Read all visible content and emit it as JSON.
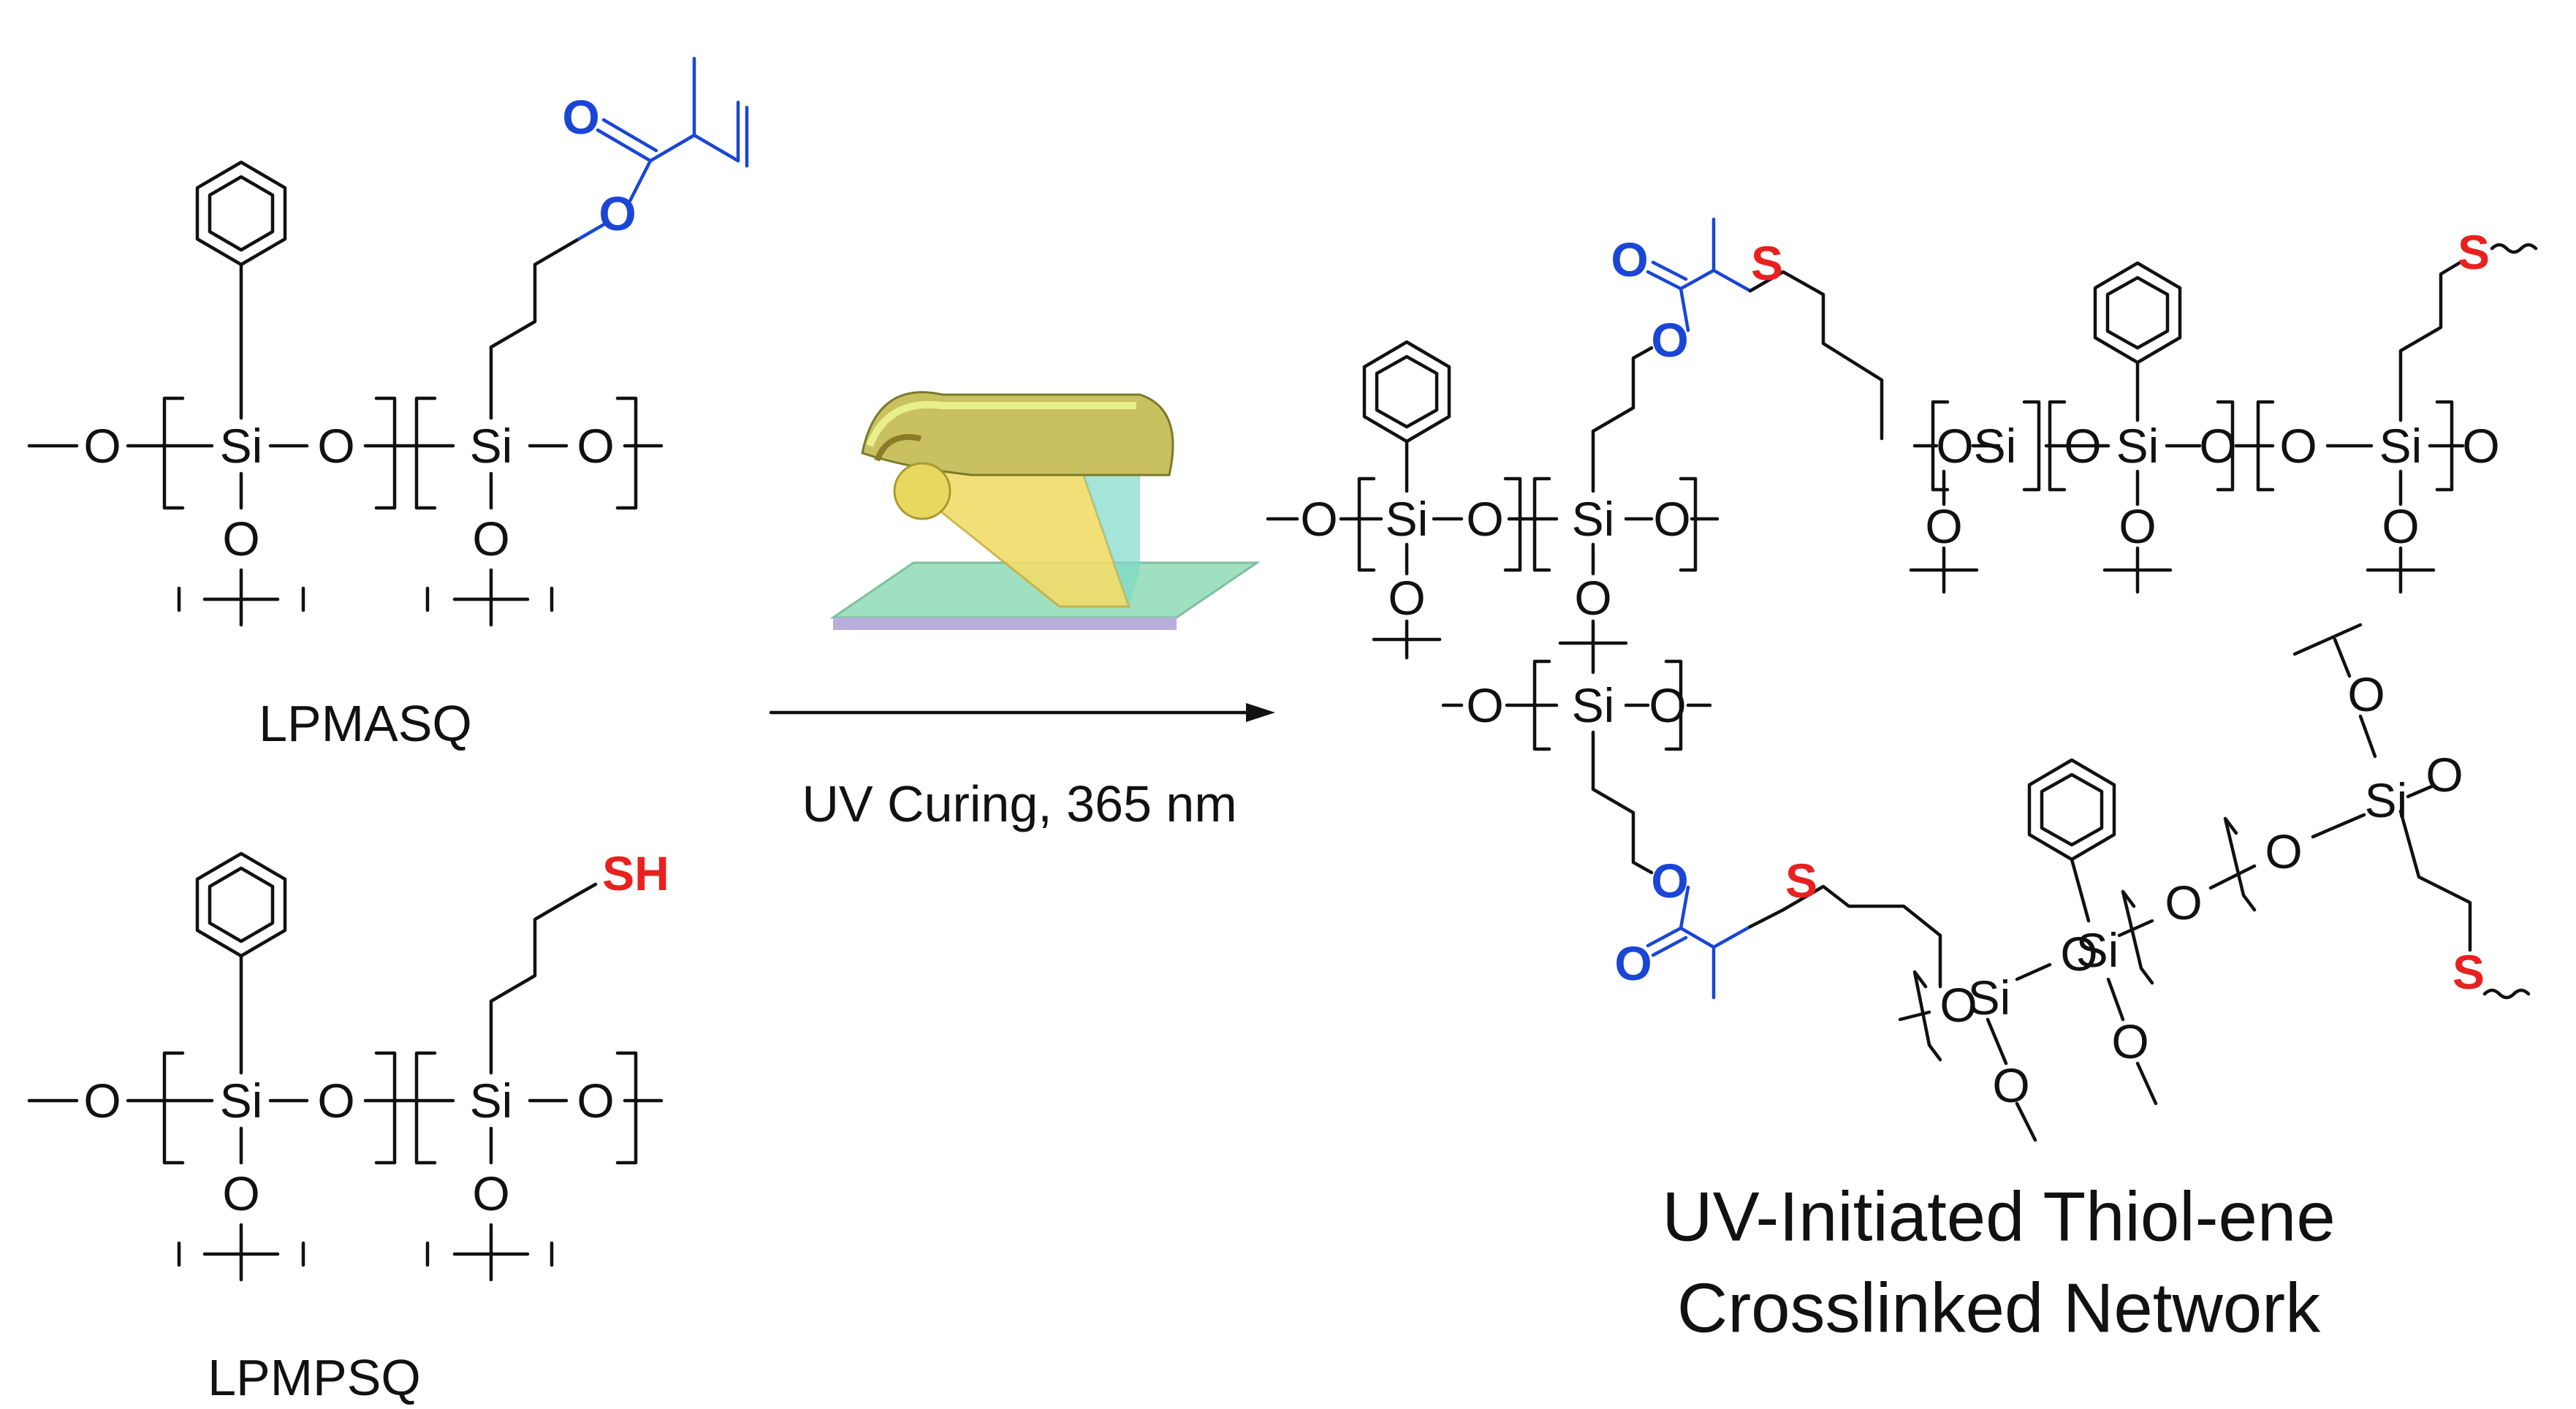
{
  "reactant_1": {
    "name": "LPMASQ",
    "carbonyl_o": "O",
    "ester_o": "O",
    "si_1": "Si",
    "si_2": "Si",
    "o": "O"
  },
  "reactant_2": {
    "name": "LPMPSQ",
    "thiol": "SH",
    "si_1": "Si",
    "si_2": "Si",
    "o": "O"
  },
  "reaction": {
    "condition": "UV Curing, 365 nm"
  },
  "product": {
    "title_line_1": "UV-Initiated Thiol-ene",
    "title_line_2": "Crosslinked Network",
    "si": "Si",
    "o": "O",
    "s": "S"
  },
  "colors": {
    "methacrylate": "#1a46d6",
    "thiol": "#e8211f",
    "bond": "#111111"
  },
  "icons": [
    "uv-lamp-icon",
    "arrow-icon"
  ]
}
